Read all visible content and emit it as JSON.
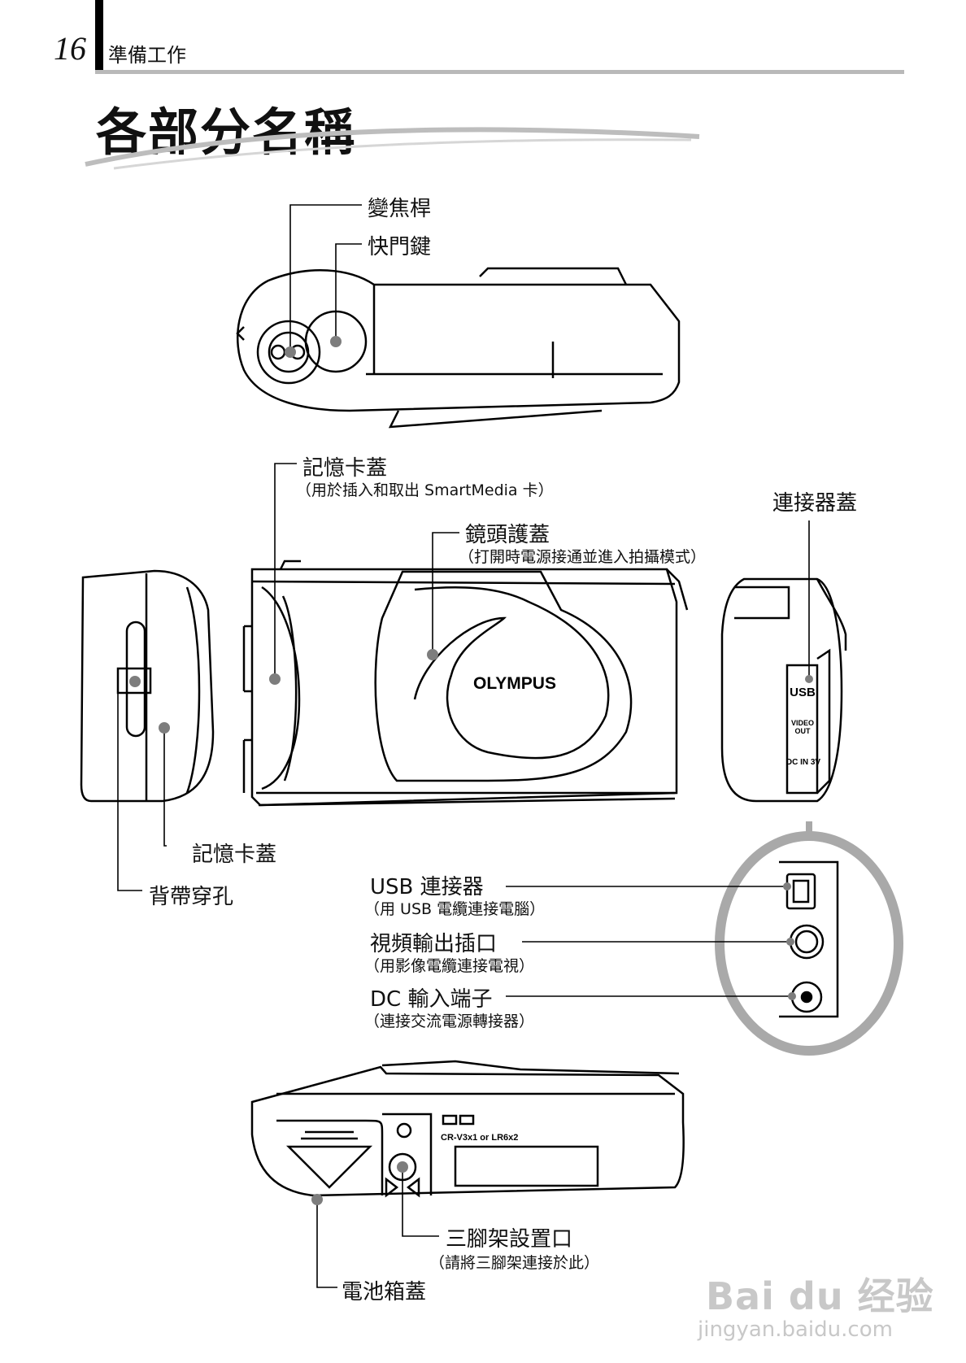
{
  "header": {
    "page_number": "16",
    "section": "準備工作"
  },
  "title": "各部分名稱",
  "labels": {
    "zoom_lever": "變焦桿",
    "shutter_button": "快門鍵",
    "card_cover_top": "記憶卡蓋",
    "card_cover_top_note": "（用於插入和取出 SmartMedia 卡）",
    "lens_cover": "鏡頭護蓋",
    "lens_cover_note": "（打開時電源接通並進入拍攝模式）",
    "connector_cover": "連接器蓋",
    "card_cover_side": "記憶卡蓋",
    "strap_eyelet": "背帶穿孔",
    "usb_connector": "USB 連接器",
    "usb_note": "（用 USB 電纜連接電腦）",
    "video_out": "視頻輸出插口",
    "video_note": "（用影像電纜連接電視）",
    "dc_in": "DC 輸入端子",
    "dc_note": "（連接交流電源轉接器）",
    "tripod_socket": "三腳架設置口",
    "tripod_note": "（請將三腳架連接於此）",
    "battery_cover": "電池箱蓋"
  },
  "camera_text": {
    "brand": "OLYMPUS",
    "port_usb": "USB",
    "port_video_1": "VIDEO",
    "port_video_2": "OUT",
    "port_dc": "DC IN 3V",
    "battery_spec": "CR-V3x1 or LR6x2"
  },
  "watermark": {
    "main": "Bai du 经验",
    "url": "jingyan.baidu.com"
  },
  "colors": {
    "rule": "#b9b9b9",
    "ring": "#a9a9a9",
    "dot": "#7d7d7d",
    "watermark": "#c8c8c8"
  }
}
